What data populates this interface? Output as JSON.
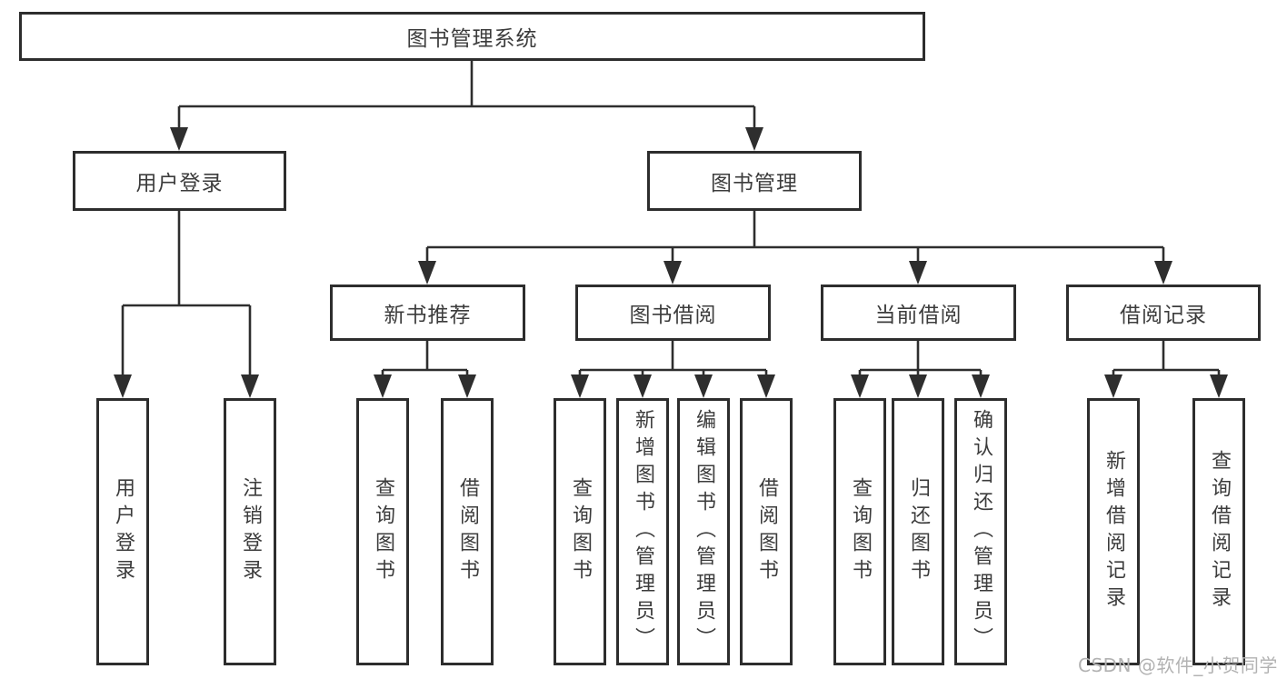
{
  "diagram": {
    "type": "tree",
    "title": "图书管理系统",
    "root": {
      "label": "图书管理系统",
      "children": [
        {
          "label": "用户登录",
          "children": [
            {
              "label": "用户登录"
            },
            {
              "label": "注销登录"
            }
          ]
        },
        {
          "label": "图书管理",
          "children": [
            {
              "label": "新书推荐",
              "children": [
                {
                  "label": "查询图书"
                },
                {
                  "label": "借阅图书"
                }
              ]
            },
            {
              "label": "图书借阅",
              "children": [
                {
                  "label": "查询图书"
                },
                {
                  "label": "新增图书（管理员）"
                },
                {
                  "label": "编辑图书（管理员）"
                },
                {
                  "label": "借阅图书"
                }
              ]
            },
            {
              "label": "当前借阅",
              "children": [
                {
                  "label": "查询图书"
                },
                {
                  "label": "归还图书"
                },
                {
                  "label": "确认归还（管理员）"
                }
              ]
            },
            {
              "label": "借阅记录",
              "children": [
                {
                  "label": "新增借阅记录"
                },
                {
                  "label": "查询借阅记录"
                }
              ]
            }
          ]
        }
      ]
    }
  },
  "watermark": {
    "text": "CSDN @软件_小贺同学"
  },
  "colors": {
    "line": "#2e2e2e",
    "box_border": "#2d2d2d",
    "text": "#3c3c3c",
    "watermark": "#b2b2b2",
    "background": "#ffffff"
  }
}
